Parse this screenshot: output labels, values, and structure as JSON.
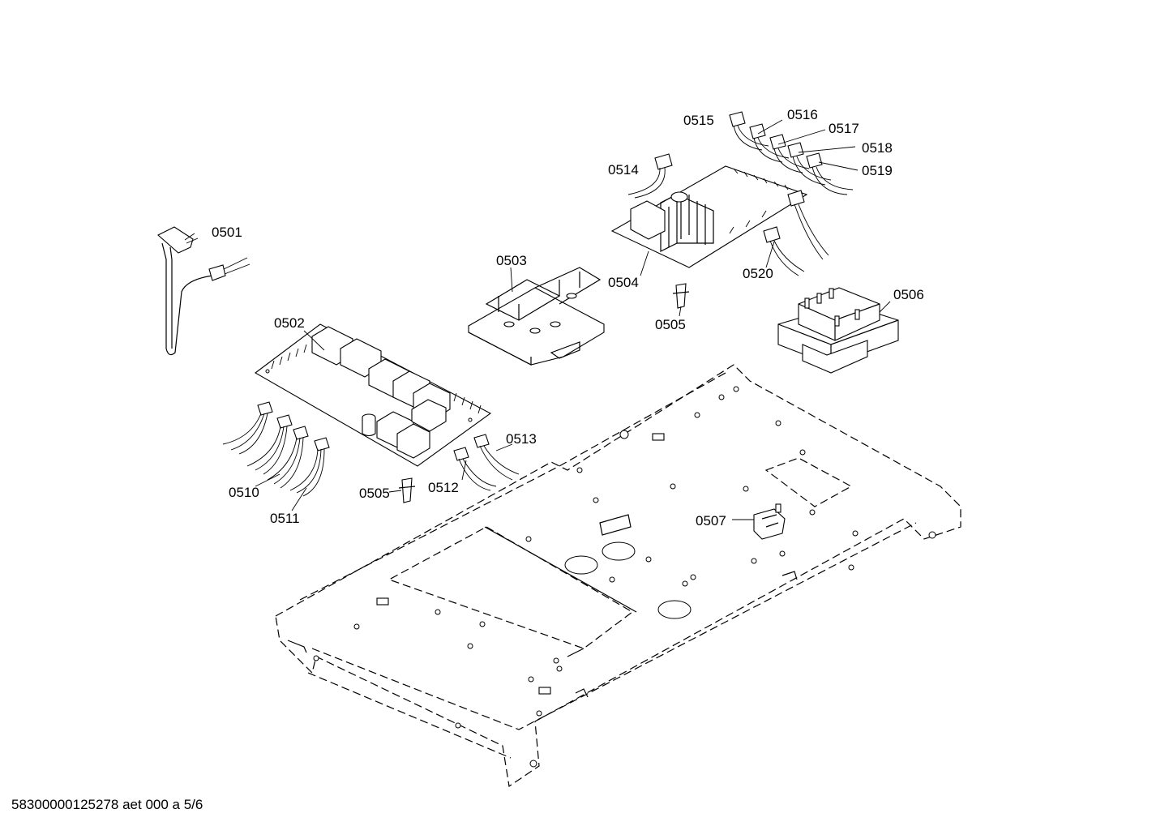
{
  "document": {
    "footer_id": "58300000125278 aet 000 a 5/6"
  },
  "parts": {
    "p0501": "0501",
    "p0502": "0502",
    "p0503": "0503",
    "p0504": "0504",
    "p0505a": "0505",
    "p0505b": "0505",
    "p0506": "0506",
    "p0507": "0507",
    "p0510": "0510",
    "p0511": "0511",
    "p0512": "0512",
    "p0513": "0513",
    "p0514": "0514",
    "p0515": "0515",
    "p0516": "0516",
    "p0517": "0517",
    "p0518": "0518",
    "p0519": "0519",
    "p0520": "0520"
  }
}
